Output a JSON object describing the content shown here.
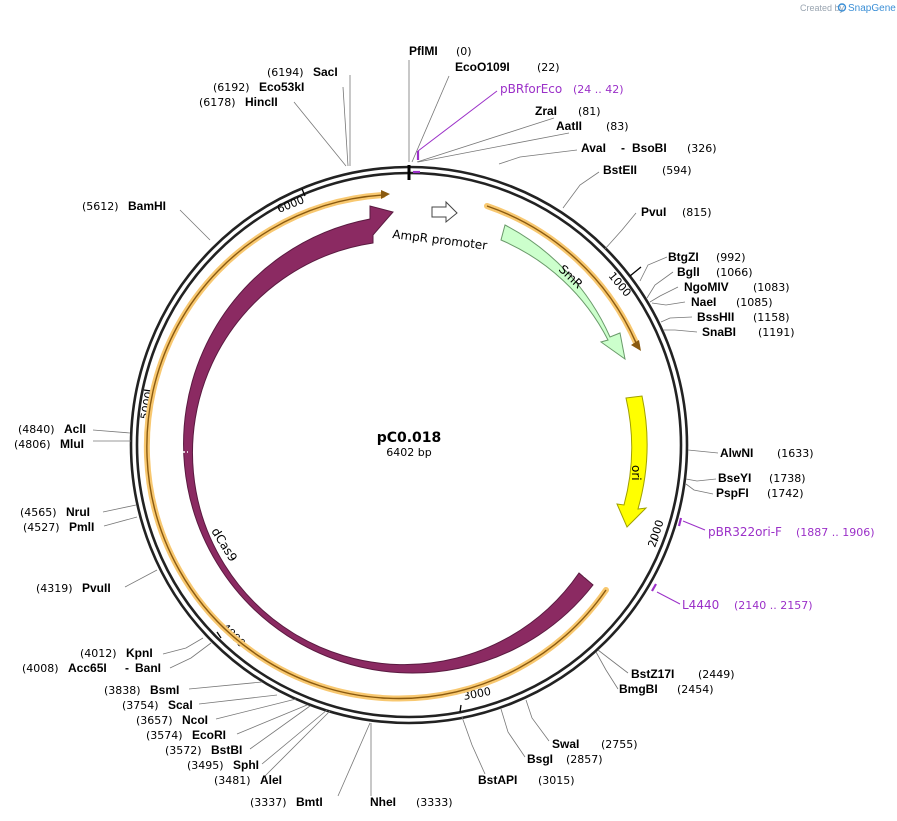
{
  "header": {
    "credit_prefix": "Created by",
    "credit_brand": "SnapGene"
  },
  "plasmid": {
    "name": "pC0.018",
    "size_label": "6402 bp",
    "length": 6402
  },
  "colors": {
    "backbone": "#222222",
    "dcas9": "#8b2a62",
    "smr": "#ccffcc",
    "ori": "#ffff00",
    "orf_arc": "#f0a830",
    "primer": "#9b30c8"
  },
  "ticks": [
    {
      "bp": 1000,
      "label": "1000"
    },
    {
      "bp": 2000,
      "label": "2000"
    },
    {
      "bp": 3000,
      "label": "3000"
    },
    {
      "bp": 4000,
      "label": "4000"
    },
    {
      "bp": 5000,
      "label": "5000"
    },
    {
      "bp": 6000,
      "label": "6000"
    }
  ],
  "features": [
    {
      "id": "ampr",
      "name": "AmpR promoter",
      "start": 6395,
      "end": 105
    },
    {
      "id": "smr",
      "name": "SmR",
      "start": 250,
      "end": 1040
    },
    {
      "id": "ori",
      "name": "ori",
      "start": 1540,
      "end": 1890
    },
    {
      "id": "dcas9",
      "name": "dCas9",
      "start": 2455,
      "end": 6180
    }
  ],
  "enzymes": [
    {
      "name": "PflMI",
      "pos": "(0)"
    },
    {
      "name": "EcoO109I",
      "pos": "(22)"
    },
    {
      "name": "ZraI",
      "pos": "(81)"
    },
    {
      "name": "AatII",
      "pos": "(83)"
    },
    {
      "name": "AvaI",
      "name2": "BsoBI",
      "pos": "(326)"
    },
    {
      "name": "BstEII",
      "pos": "(594)"
    },
    {
      "name": "PvuI",
      "pos": "(815)"
    },
    {
      "name": "BtgZI",
      "pos": "(992)"
    },
    {
      "name": "BglI",
      "pos": "(1066)"
    },
    {
      "name": "NgoMIV",
      "pos": "(1083)"
    },
    {
      "name": "NaeI",
      "pos": "(1085)"
    },
    {
      "name": "BssHII",
      "pos": "(1158)"
    },
    {
      "name": "SnaBI",
      "pos": "(1191)"
    },
    {
      "name": "AlwNI",
      "pos": "(1633)"
    },
    {
      "name": "BseYI",
      "pos": "(1738)"
    },
    {
      "name": "PspFI",
      "pos": "(1742)"
    },
    {
      "name": "BstZ17I",
      "pos": "(2449)"
    },
    {
      "name": "BmgBI",
      "pos": "(2454)"
    },
    {
      "name": "SwaI",
      "pos": "(2755)"
    },
    {
      "name": "BsgI",
      "pos": "(2857)"
    },
    {
      "name": "BstAPI",
      "pos": "(3015)"
    },
    {
      "name": "NheI",
      "pos": "(3333)"
    },
    {
      "name": "BmtI",
      "pos": "(3337)"
    },
    {
      "name": "AleI",
      "pos": "(3481)"
    },
    {
      "name": "SphI",
      "pos": "(3495)"
    },
    {
      "name": "BstBI",
      "pos": "(3572)"
    },
    {
      "name": "EcoRI",
      "pos": "(3574)"
    },
    {
      "name": "NcoI",
      "pos": "(3657)"
    },
    {
      "name": "ScaI",
      "pos": "(3754)"
    },
    {
      "name": "BsmI",
      "pos": "(3838)"
    },
    {
      "name": "Acc65I",
      "name2": "BanI",
      "pos": "(4008)"
    },
    {
      "name": "KpnI",
      "pos": "(4012)"
    },
    {
      "name": "PvuII",
      "pos": "(4319)"
    },
    {
      "name": "PmlI",
      "pos": "(4527)"
    },
    {
      "name": "NruI",
      "pos": "(4565)"
    },
    {
      "name": "MluI",
      "pos": "(4806)"
    },
    {
      "name": "AclI",
      "pos": "(4840)"
    },
    {
      "name": "BamHI",
      "pos": "(5612)"
    },
    {
      "name": "HincII",
      "pos": "(6178)"
    },
    {
      "name": "Eco53kI",
      "pos": "(6192)"
    },
    {
      "name": "SacI",
      "pos": "(6194)"
    }
  ],
  "primers": [
    {
      "name": "pBRforEco",
      "range": "(24 .. 42)"
    },
    {
      "name": "pBR322ori-F",
      "range": "(1887 .. 1906)"
    },
    {
      "name": "L4440",
      "range": "(2140 .. 2157)"
    }
  ]
}
